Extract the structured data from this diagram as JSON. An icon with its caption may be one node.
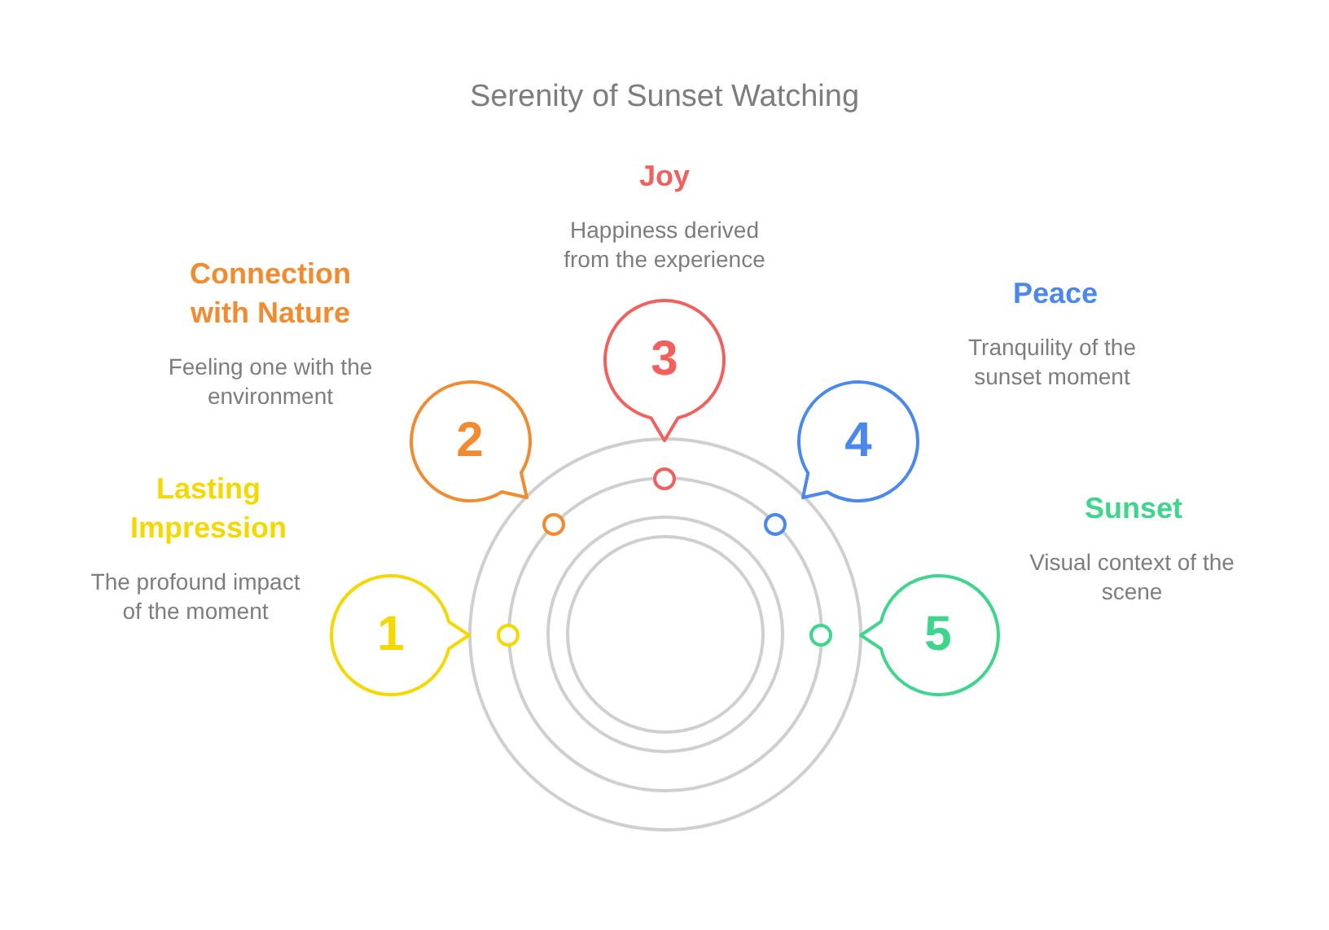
{
  "diagram": {
    "title": "Serenity of Sunset Watching",
    "nodes": [
      {
        "text": [
          "1"
        ],
        "beside": [
          "Lasting Impression",
          "The profound impact of the moment"
        ]
      },
      {
        "text": [
          "2"
        ],
        "beside": [
          "Connection with Nature",
          "Feeling one with the environment"
        ]
      },
      {
        "text": [
          "3"
        ],
        "beside": [
          "Joy",
          "Happiness derived from the experience"
        ]
      },
      {
        "text": [
          "4"
        ],
        "beside": [
          "Peace",
          "Tranquility of the sunset moment"
        ]
      },
      {
        "text": [
          "5"
        ],
        "beside": [
          "Sunset",
          "Visual context of the scene"
        ]
      },
      {
        "text": [],
        "shape": "circle"
      },
      {
        "text": [],
        "shape": "circle",
        "in": 5
      },
      {
        "text": [],
        "shape": "circle",
        "in": 6
      },
      {
        "text": [],
        "shape": "circle",
        "in": 7
      }
    ]
  }
}
